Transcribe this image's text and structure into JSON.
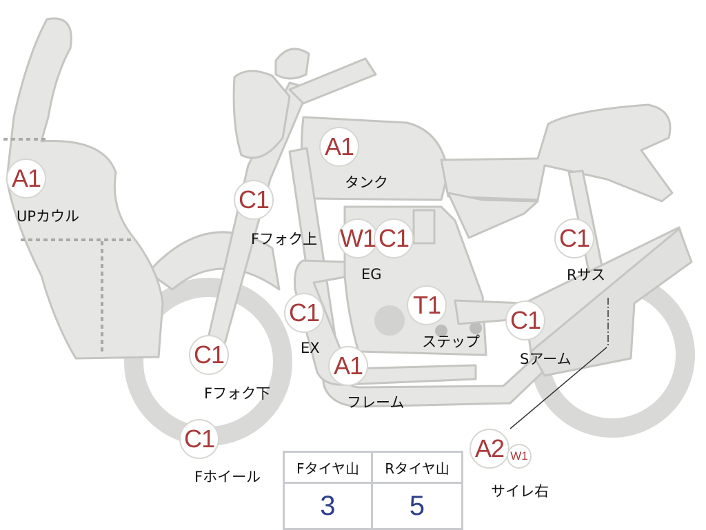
{
  "colors": {
    "body_fill": "#e6e6e4",
    "body_stroke": "#c5c5c2",
    "code_red": "#a83a3a",
    "value_blue": "#2c3f8a",
    "badge_border": "#d6d6d2"
  },
  "parts": [
    {
      "id": "up-cowl",
      "codes": [
        {
          "text": "A1"
        }
      ],
      "label": "UPカウル"
    },
    {
      "id": "tank",
      "codes": [
        {
          "text": "A1"
        }
      ],
      "label": "タンク"
    },
    {
      "id": "f-fork-upper",
      "codes": [
        {
          "text": "C1"
        }
      ],
      "label": "Fフォク上"
    },
    {
      "id": "engine",
      "codes": [
        {
          "text": "W1"
        },
        {
          "text": "C1"
        }
      ],
      "label": "EG"
    },
    {
      "id": "r-suspension",
      "codes": [
        {
          "text": "C1"
        }
      ],
      "label": "Rサス"
    },
    {
      "id": "exhaust",
      "codes": [
        {
          "text": "C1"
        }
      ],
      "label": "EX"
    },
    {
      "id": "step",
      "codes": [
        {
          "text": "T1"
        }
      ],
      "label": "ステップ"
    },
    {
      "id": "swing-arm",
      "codes": [
        {
          "text": "C1"
        }
      ],
      "label": "Sアーム"
    },
    {
      "id": "f-fork-lower",
      "codes": [
        {
          "text": "C1"
        }
      ],
      "label": "Fフォク下"
    },
    {
      "id": "frame",
      "codes": [
        {
          "text": "A1"
        }
      ],
      "label": "フレーム"
    },
    {
      "id": "f-wheel",
      "codes": [
        {
          "text": "C1"
        }
      ],
      "label": "Fホイール"
    },
    {
      "id": "silencer-right",
      "codes": [
        {
          "text": "A2"
        },
        {
          "text": "W1"
        }
      ],
      "label": "サイレ右"
    }
  ],
  "tire_table": {
    "headers": [
      "Fタイヤ山",
      "Rタイヤ山"
    ],
    "values": [
      "3",
      "5"
    ]
  }
}
